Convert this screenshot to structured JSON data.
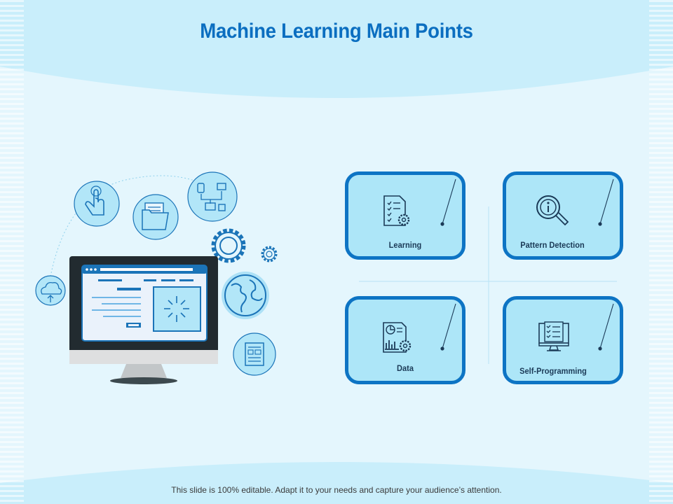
{
  "slide": {
    "title": "Machine Learning Main Points",
    "footer": "This slide is 100% editable. Adapt it to your needs and capture your audience’s attention."
  },
  "cards": [
    {
      "label": "Learning",
      "icon": "checklist-gear-icon"
    },
    {
      "label": "Pattern Detection",
      "icon": "magnifier-info-icon"
    },
    {
      "label": "Data",
      "icon": "report-chart-gear-icon"
    },
    {
      "label": "Self-Programming",
      "icon": "monitor-checklist-icon"
    }
  ],
  "colors": {
    "accent": "#0d74c4",
    "card_fill": "#ade6f8",
    "background": "#e4f6fd",
    "title": "#0b6ec0"
  },
  "illustration": {
    "icons": [
      "cloud-upload-icon",
      "touch-hand-icon",
      "folder-documents-icon",
      "network-icon",
      "gear-icon",
      "small-gear-icon",
      "globe-icon",
      "document-icon",
      "desktop-monitor-icon"
    ]
  }
}
